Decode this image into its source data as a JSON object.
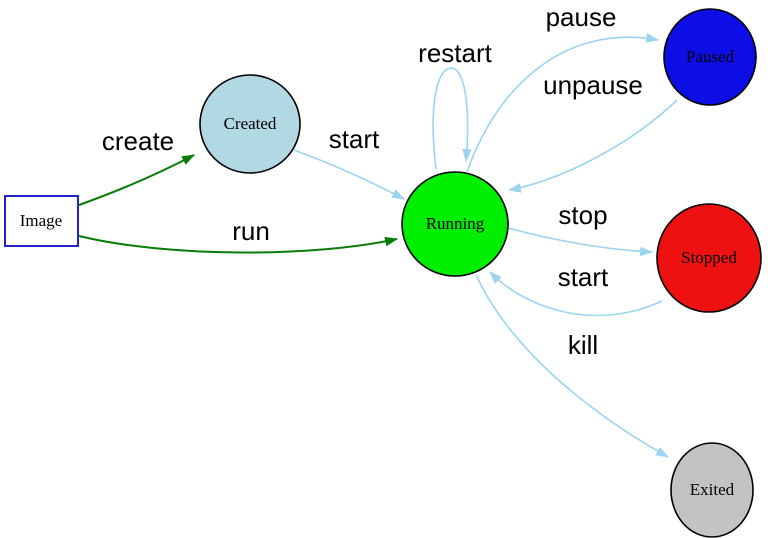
{
  "diagram": {
    "type": "state-diagram",
    "description": "Container lifecycle state diagram",
    "colors": {
      "background": "#ffffff",
      "edge_green": "#077c07",
      "edge_blue": "#9bd4ee",
      "node_border": "#000000"
    },
    "nodes": [
      {
        "id": "image",
        "label": "Image",
        "shape": "rectangle",
        "fill": "#ffffff",
        "border": "#2323cc"
      },
      {
        "id": "created",
        "label": "Created",
        "shape": "circle",
        "fill": "#b2d8e4",
        "border": "#000000"
      },
      {
        "id": "running",
        "label": "Running",
        "shape": "circle",
        "fill": "#00ee00",
        "border": "#000000"
      },
      {
        "id": "paused",
        "label": "Paused",
        "shape": "circle",
        "fill": "#0d0de6",
        "border": "#000000"
      },
      {
        "id": "stopped",
        "label": "Stopped",
        "shape": "circle",
        "fill": "#ee1111",
        "border": "#000000"
      },
      {
        "id": "exited",
        "label": "Exited",
        "shape": "circle",
        "fill": "#c3c3c3",
        "border": "#000000"
      }
    ],
    "edges": [
      {
        "label": "create",
        "from": "image",
        "to": "running-created",
        "color": "#077c07"
      },
      {
        "label": "run",
        "from": "image",
        "to": "running",
        "color": "#077c07"
      },
      {
        "label": "start",
        "from": "created",
        "to": "running",
        "color": "#9bd4ee"
      },
      {
        "label": "restart",
        "from": "running",
        "to": "running",
        "color": "#9bd4ee"
      },
      {
        "label": "pause",
        "from": "running",
        "to": "paused",
        "color": "#9bd4ee"
      },
      {
        "label": "unpause",
        "from": "paused",
        "to": "running",
        "color": "#9bd4ee"
      },
      {
        "label": "stop",
        "from": "running",
        "to": "stopped",
        "color": "#9bd4ee"
      },
      {
        "label": "start",
        "from": "stopped",
        "to": "running",
        "color": "#9bd4ee"
      },
      {
        "label": "kill",
        "from": "running",
        "to": "exited",
        "color": "#9bd4ee"
      }
    ]
  }
}
